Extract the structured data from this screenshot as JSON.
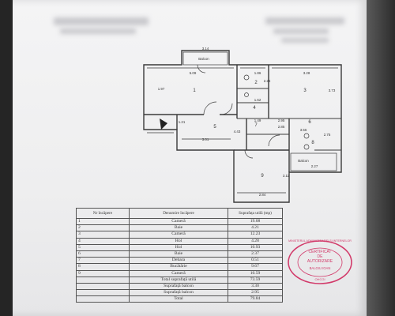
{
  "plan": {
    "rooms": [
      {
        "id": "1",
        "label": "1"
      },
      {
        "id": "2",
        "label": "2"
      },
      {
        "id": "3",
        "label": "3"
      },
      {
        "id": "4",
        "label": "4"
      },
      {
        "id": "5",
        "label": "5"
      },
      {
        "id": "6",
        "label": "6"
      },
      {
        "id": "7",
        "label": "7"
      },
      {
        "id": "8",
        "label": "8"
      },
      {
        "id": "9",
        "label": "9"
      }
    ],
    "balcony_label": "Balcon",
    "balcony_label_2": "Balcon",
    "dims": [
      "3.14",
      "5.09",
      "1.86",
      "3.28",
      "1.97",
      "3.73",
      "2.26",
      "1.62",
      "1.49",
      "2.95",
      "2.85",
      "3.56",
      "3.01",
      "4.43",
      "2.75",
      "2.84",
      "3.11",
      "2.27",
      "1.21"
    ]
  },
  "table": {
    "headers": [
      "Nr încăpere",
      "Denumire încăpere",
      "Suprafața utilă (mp)"
    ],
    "rows": [
      {
        "nr": "1",
        "name": "Cameră",
        "area": "19.08"
      },
      {
        "nr": "2",
        "name": "Baie",
        "area": "4.21"
      },
      {
        "nr": "3",
        "name": "Cameră",
        "area": "12.23"
      },
      {
        "nr": "4",
        "name": "Hol",
        "area": "4.28"
      },
      {
        "nr": "5",
        "name": "Hol",
        "area": "10.93"
      },
      {
        "nr": "6",
        "name": "Baie",
        "area": "2.37"
      },
      {
        "nr": "7",
        "name": "Debara",
        "area": "0.51"
      },
      {
        "nr": "8",
        "name": "Bucătărie",
        "area": "9.67"
      },
      {
        "nr": "9",
        "name": "Cameră",
        "area": "10.59"
      }
    ],
    "summary": [
      {
        "name": "Total suprafață utilă",
        "area": "73.59"
      },
      {
        "name": "Suprafață balcon",
        "area": "3.30"
      },
      {
        "name": "Suprafață balcon",
        "area": "2.95"
      },
      {
        "name": "Total",
        "area": "79.84"
      }
    ]
  },
  "stamp": {
    "ring_text": "MINISTERUL ADMINISTRAȚIEI ȘI INTERNELOR",
    "line1": "CERTIFICAT",
    "line2": "DE",
    "line3": "AUTORIZARE",
    "line4": "BALGIU IOAN",
    "line5": "OHCGI"
  },
  "colors": {
    "ink": "#3a3a3a",
    "stamp": "#d23a6a",
    "paper": "#f0f0f1"
  }
}
